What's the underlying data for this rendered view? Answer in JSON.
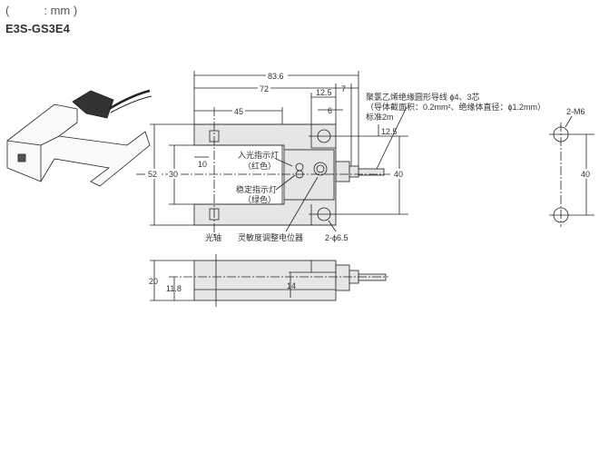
{
  "header": {
    "unit_open": "(",
    "unit_text": ": mm )",
    "model": "E3S-GS3E4"
  },
  "dimensions": {
    "overall_length": "83.6",
    "body_length": "72",
    "connector": "7",
    "block_width": "12.5",
    "hole_offset": "6",
    "axis_position": "45",
    "height": "52",
    "slot_width": "30",
    "slot_depth": "10",
    "hole_pitch": "40",
    "hole_top": "12.5",
    "side_height": "20",
    "side_center": "11.8",
    "side_slot": "14"
  },
  "labels": {
    "cable_line1": "聚氯乙烯绝缘圆形导线 ϕ4、3芯",
    "cable_line2": "（导体截面积：0.2mm²、绝缘体直径：ϕ1.2mm）",
    "cable_line3": "标准2m",
    "light_indicator": "入光指示灯",
    "light_indicator_color": "（红色）",
    "stable_indicator": "稳定指示灯",
    "stable_indicator_color": "（绿色）",
    "optical_axis": "光轴",
    "sensitivity_adj": "灵敏度调整电位器",
    "holes": "2-ϕ6.5"
  },
  "mounting": {
    "holes": "2-M6",
    "pitch": "40"
  }
}
